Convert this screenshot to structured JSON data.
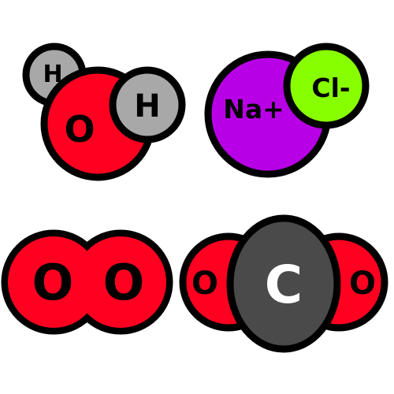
{
  "molecules": {
    "water": {
      "atoms": {
        "h_left": {
          "label": "H",
          "color": "#a8a8a8"
        },
        "oxygen": {
          "label": "O",
          "color": "#ff0020"
        },
        "h_right": {
          "label": "H",
          "color": "#a8a8a8"
        }
      }
    },
    "sodium_chloride": {
      "atoms": {
        "sodium": {
          "label": "Na+",
          "color": "#b800e6"
        },
        "chloride": {
          "label": "Cl-",
          "color": "#88ff00"
        }
      }
    },
    "oxygen_gas": {
      "atoms": {
        "o_left": {
          "label": "O",
          "color": "#ff0020"
        },
        "o_right": {
          "label": "O",
          "color": "#ff0020"
        }
      }
    },
    "carbon_dioxide": {
      "atoms": {
        "o_left": {
          "label": "O",
          "color": "#ff0020"
        },
        "carbon": {
          "label": "C",
          "color": "#4a4a4a"
        },
        "o_right": {
          "label": "O",
          "color": "#ff0020"
        }
      }
    }
  },
  "colors": {
    "outline": "#000000",
    "label_dark": "#000000",
    "label_light": "#ffffff"
  }
}
